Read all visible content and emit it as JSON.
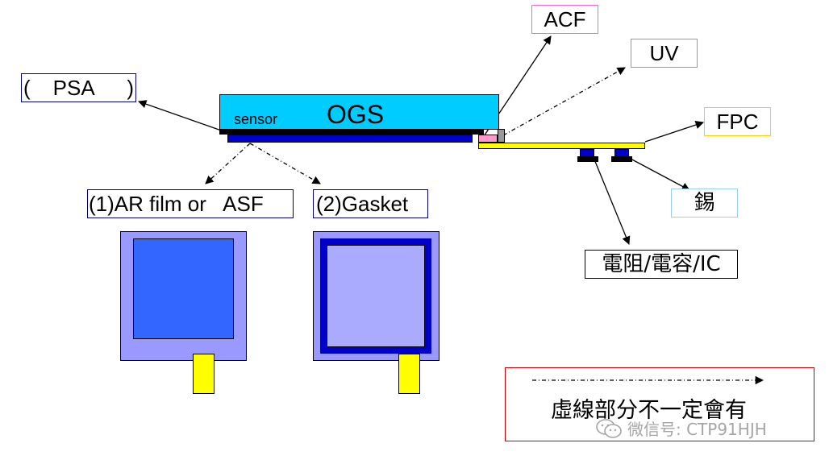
{
  "labels": {
    "psa_open": "(",
    "psa_text": "PSA",
    "psa_close": ")",
    "ogs": "OGS",
    "sensor": "sensor",
    "acf": "ACF",
    "uv": "UV",
    "fpc": "FPC",
    "tin": "錫",
    "components": "電阻/電容/IC",
    "ar_film": "(1)AR film or   ASF",
    "gasket": "(2)Gasket"
  },
  "legend": {
    "note": "虛線部分不一定會有"
  },
  "watermark": {
    "text": "微信号: CTP91HJH",
    "icon": "wechat-icon"
  },
  "colors": {
    "ogs_glass": "#00ccff",
    "black_matrix": "#000000",
    "ar_layer": "#0000cc",
    "acf": "#ff99cc",
    "fpc": "#ffff00",
    "acf_border": "#ff66cc",
    "fpc_border": "#ffcc00",
    "tin_border": "#99ccff",
    "components_border": "#000000",
    "label_border": "#000080",
    "panel_outer": "#9999ff",
    "panel_inner_ar": "#3366ff",
    "panel_inner_gasket": "#9999ff",
    "gasket_frame": "#0000cc",
    "tail": "#ffff00",
    "legend_border": "#cc0000"
  }
}
